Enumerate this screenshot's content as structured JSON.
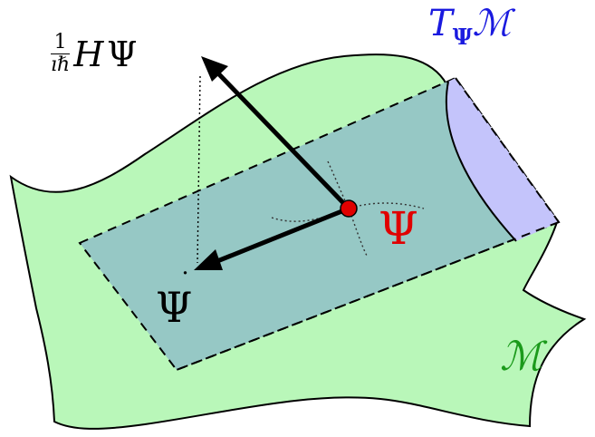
{
  "labels": {
    "tangent_space": {
      "main": "T",
      "sub": "Ψ",
      "tail": "ℳ"
    },
    "manifold": "ℳ",
    "state": "Ψ",
    "time_derivative": {
      "base": "Ψ",
      "accent": "˙"
    },
    "hamiltonian": {
      "num": "1",
      "den": "ıℏ",
      "op": "H",
      "state": "Ψ"
    }
  },
  "colors": {
    "manifold_fill": "#b9f7b9",
    "tangent_plane_fill": "#93c5c5",
    "tangent_plane_edge_fill": "#c4c4fb",
    "tangent_label": "#1a1adf",
    "manifold_label": "#1b9a1b",
    "state_point": "#e00000",
    "outline": "#000000"
  }
}
